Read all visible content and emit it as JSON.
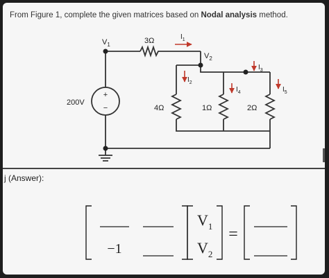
{
  "top_strip": "……… ……………………………………",
  "question": {
    "prefix": "From Figure 1, complete the given matrices based on ",
    "bold": "Nodal analysis",
    "suffix": " method."
  },
  "circuit": {
    "source_label": "200V",
    "source_plus": "+",
    "source_minus": "−",
    "r_top": "3Ω",
    "r_left": "4Ω",
    "r_mid": "1Ω",
    "r_right": "2Ω",
    "node1": "V",
    "node1_sub": "1",
    "node2": "V",
    "node2_sub": "2",
    "i1": "I",
    "i1_sub": "1",
    "i2": "I",
    "i2_sub": "2",
    "i3": "I",
    "i3_sub": "3",
    "i4": "I",
    "i4_sub": "4",
    "i5": "I",
    "i5_sub": "5"
  },
  "answer_label": "j (Answer):",
  "matrix": {
    "a11": "",
    "a12": "",
    "a21": "−1",
    "a22": "",
    "v1": "V",
    "v1_sub": "1",
    "v2": "V",
    "v2_sub": "2",
    "equals": "=",
    "b1": "",
    "b2": ""
  },
  "colors": {
    "wire": "#333333",
    "arrow": "#c0392b",
    "text": "#222222"
  }
}
